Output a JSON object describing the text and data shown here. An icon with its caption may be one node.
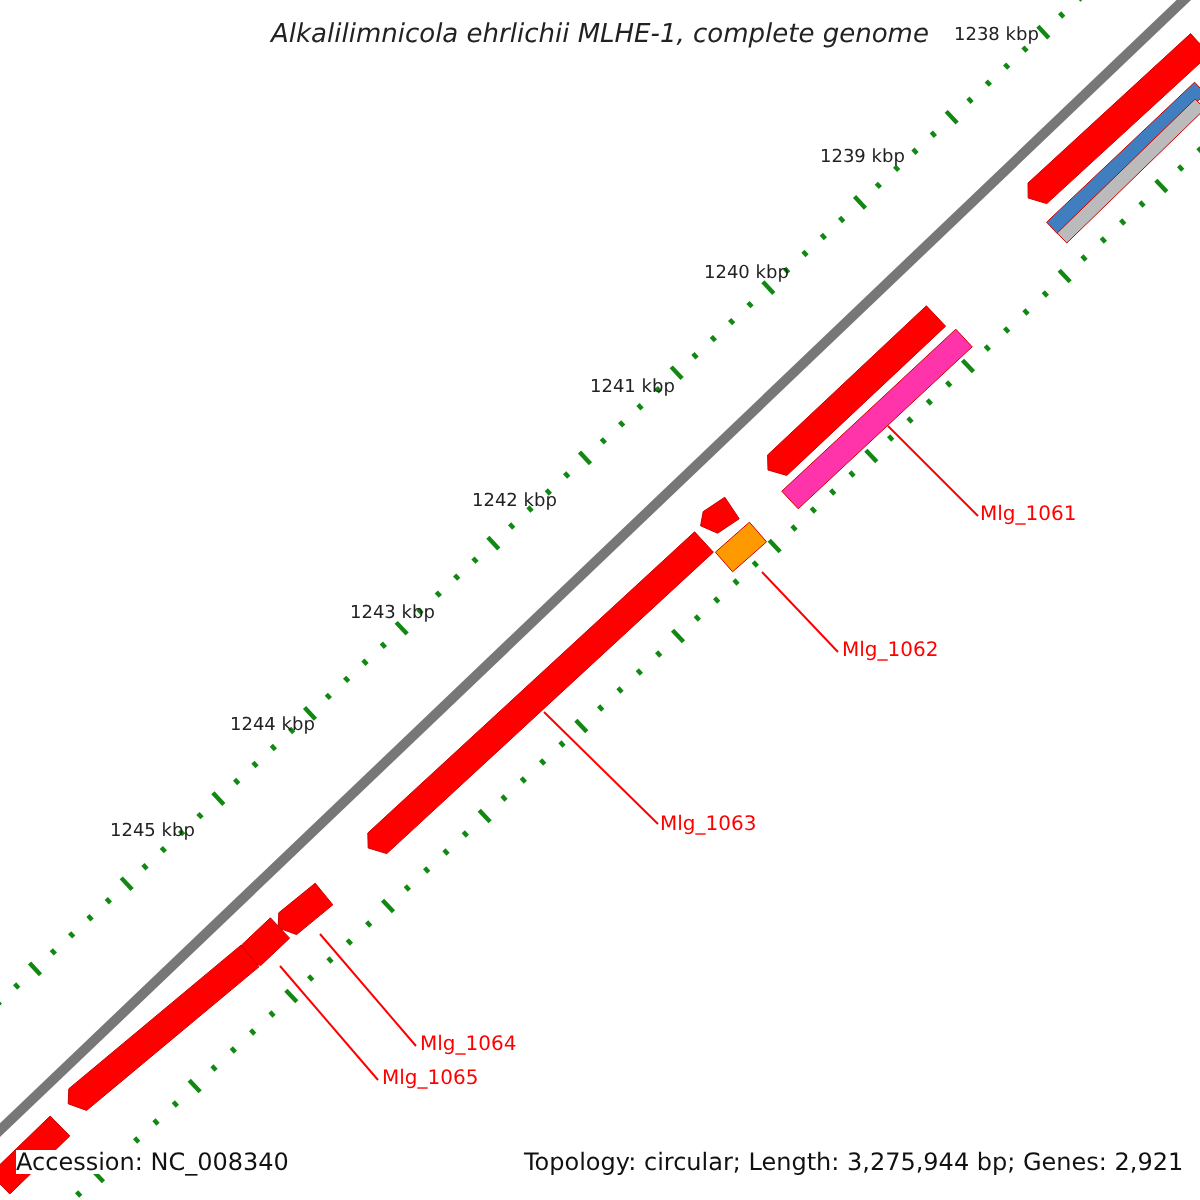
{
  "diagram": {
    "title": "Alkalilimnicola ehrlichii MLHE-1, complete genome",
    "nodes": [
      {
        "text": [
          "Mlg_1061"
        ]
      },
      {
        "text": [
          "Mlg_1062"
        ]
      },
      {
        "text": [
          "Mlg_1063"
        ]
      },
      {
        "text": [
          "Mlg_1064"
        ]
      },
      {
        "text": [
          "Mlg_1065"
        ]
      },
      {
        "text": [],
        "shape": "bar"
      },
      {
        "text": [],
        "shape": "bar"
      },
      {
        "text": [],
        "shape": "bar"
      },
      {
        "text": [],
        "shape": "bar"
      },
      {
        "text": [],
        "shape": "bar"
      },
      {
        "text": [],
        "shape": "bar"
      },
      {
        "text": [],
        "shape": "box"
      },
      {
        "text": [],
        "shape": "bar"
      },
      {
        "text": [],
        "shape": "bar"
      },
      {
        "text": [],
        "shape": "bar"
      },
      {
        "text": [],
        "shape": "bar"
      },
      {
        "text": [],
        "shape": "bar"
      }
    ],
    "edges": [
      {
        "from": 0,
        "to": 9,
        "arrow": "none"
      },
      {
        "from": 1,
        "to": 11,
        "arrow": "none"
      },
      {
        "from": 2,
        "to": 12,
        "arrow": "none"
      },
      {
        "from": 3,
        "to": 13,
        "arrow": "none"
      },
      {
        "from": 4,
        "to": 14,
        "arrow": "none"
      }
    ],
    "labels": [
      "1238 kbp",
      "1239 kbp",
      "1240 kbp",
      "1241 kbp",
      "1242 kbp",
      "1243 kbp",
      "1244 kbp",
      "1245 kbp",
      "Accession: NC_008340",
      "Topology: circular; Length: 3,275,944 bp; Genes: 2,921"
    ]
  }
}
